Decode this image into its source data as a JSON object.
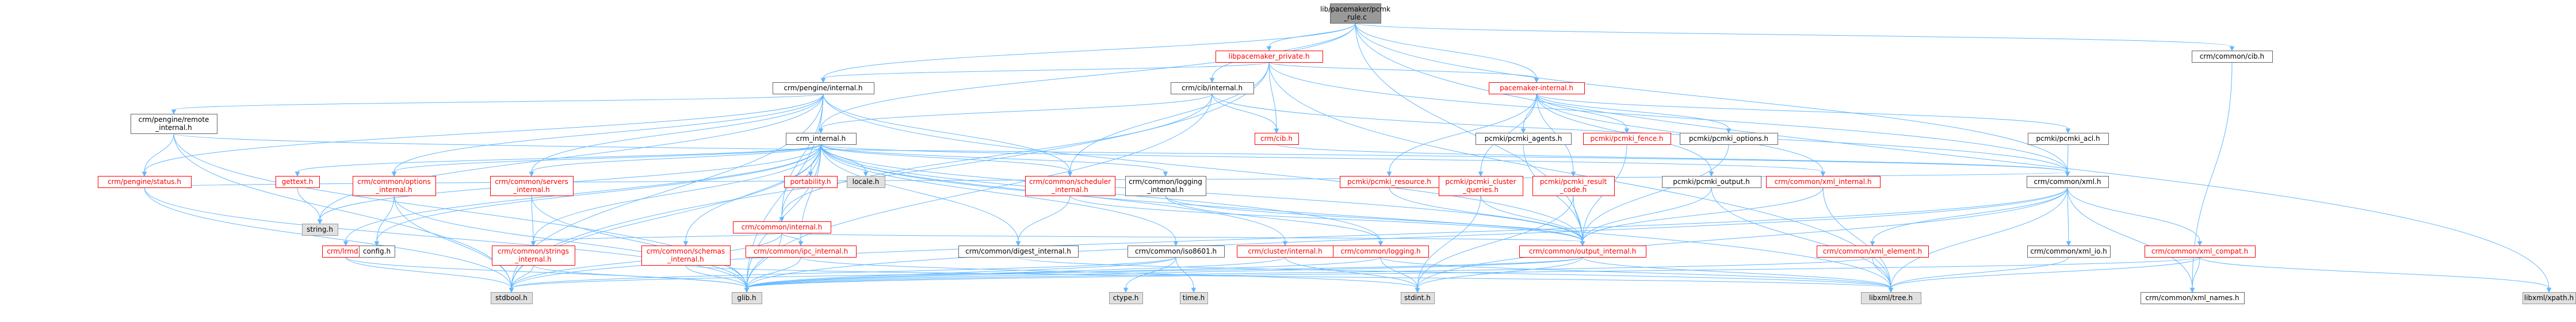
{
  "diagram": {
    "type": "include-dependency-graph",
    "colors": {
      "edge": "#63b8ff",
      "normal_border": "#666666",
      "truncated_border": "#ff0000",
      "external_fill": "#e0e0e0",
      "root_fill": "#999999"
    },
    "nodes": [
      {
        "id": "rule",
        "lines": [
          "lib/pacemaker/pcmk",
          "_rule.c"
        ],
        "kind": "root"
      },
      {
        "id": "lpp",
        "lines": [
          "libpacemaker_private.h"
        ],
        "kind": "red"
      },
      {
        "id": "cib_h",
        "lines": [
          "crm/common/cib.h"
        ],
        "kind": "black"
      },
      {
        "id": "pe_internal",
        "lines": [
          "crm/pengine/internal.h"
        ],
        "kind": "black"
      },
      {
        "id": "cib_internal",
        "lines": [
          "crm/cib/internal.h"
        ],
        "kind": "black"
      },
      {
        "id": "pm_internal",
        "lines": [
          "pacemaker-internal.h"
        ],
        "kind": "red"
      },
      {
        "id": "remote_internal",
        "lines": [
          "crm/pengine/remote",
          "_internal.h"
        ],
        "kind": "black"
      },
      {
        "id": "crm_internal",
        "lines": [
          "crm_internal.h"
        ],
        "kind": "black"
      },
      {
        "id": "crm_cib",
        "lines": [
          "crm/cib.h"
        ],
        "kind": "red"
      },
      {
        "id": "pcmki_agents",
        "lines": [
          "pcmki/pcmki_agents.h"
        ],
        "kind": "black"
      },
      {
        "id": "pcmki_fence",
        "lines": [
          "pcmki/pcmki_fence.h"
        ],
        "kind": "red"
      },
      {
        "id": "pcmki_options",
        "lines": [
          "pcmki/pcmki_options.h"
        ],
        "kind": "black"
      },
      {
        "id": "pcmki_acl",
        "lines": [
          "pcmki/pcmki_acl.h"
        ],
        "kind": "black"
      },
      {
        "id": "pe_status",
        "lines": [
          "crm/pengine/status.h"
        ],
        "kind": "red"
      },
      {
        "id": "gettext",
        "lines": [
          "gettext.h"
        ],
        "kind": "red"
      },
      {
        "id": "options_internal",
        "lines": [
          "crm/common/options",
          "_internal.h"
        ],
        "kind": "red"
      },
      {
        "id": "servers_internal",
        "lines": [
          "crm/common/servers",
          "_internal.h"
        ],
        "kind": "red"
      },
      {
        "id": "portability",
        "lines": [
          "portability.h"
        ],
        "kind": "red"
      },
      {
        "id": "locale",
        "lines": [
          "locale.h"
        ],
        "kind": "grey"
      },
      {
        "id": "scheduler_internal",
        "lines": [
          "crm/common/scheduler",
          "_internal.h"
        ],
        "kind": "red"
      },
      {
        "id": "logging_internal",
        "lines": [
          "crm/common/logging",
          "_internal.h"
        ],
        "kind": "black"
      },
      {
        "id": "pcmki_resource",
        "lines": [
          "pcmki/pcmki_resource.h"
        ],
        "kind": "red"
      },
      {
        "id": "pcmki_cluster",
        "lines": [
          "pcmki/pcmki_cluster",
          "_queries.h"
        ],
        "kind": "red"
      },
      {
        "id": "pcmki_result",
        "lines": [
          "pcmki/pcmki_result",
          "_code.h"
        ],
        "kind": "red"
      },
      {
        "id": "pcmki_output",
        "lines": [
          "pcmki/pcmki_output.h"
        ],
        "kind": "black"
      },
      {
        "id": "xml_internal",
        "lines": [
          "crm/common/xml_internal.h"
        ],
        "kind": "red"
      },
      {
        "id": "xml_h",
        "lines": [
          "crm/common/xml.h"
        ],
        "kind": "black"
      },
      {
        "id": "common_internal",
        "lines": [
          "crm/common/internal.h"
        ],
        "kind": "red"
      },
      {
        "id": "string_h",
        "lines": [
          "string.h"
        ],
        "kind": "grey"
      },
      {
        "id": "crm_lrmd",
        "lines": [
          "crm/lrmd.h"
        ],
        "kind": "red"
      },
      {
        "id": "config",
        "lines": [
          "config.h"
        ],
        "kind": "black"
      },
      {
        "id": "strings_internal",
        "lines": [
          "crm/common/strings",
          "_internal.h"
        ],
        "kind": "red"
      },
      {
        "id": "schemas_internal",
        "lines": [
          "crm/common/schemas",
          "_internal.h"
        ],
        "kind": "red"
      },
      {
        "id": "ipc_internal",
        "lines": [
          "crm/common/ipc_internal.h"
        ],
        "kind": "red"
      },
      {
        "id": "digest_internal",
        "lines": [
          "crm/common/digest_internal.h"
        ],
        "kind": "black"
      },
      {
        "id": "iso8601",
        "lines": [
          "crm/common/iso8601.h"
        ],
        "kind": "black"
      },
      {
        "id": "cluster_internal",
        "lines": [
          "crm/cluster/internal.h"
        ],
        "kind": "red"
      },
      {
        "id": "common_logging",
        "lines": [
          "crm/common/logging.h"
        ],
        "kind": "red"
      },
      {
        "id": "output_internal",
        "lines": [
          "crm/common/output_internal.h"
        ],
        "kind": "red"
      },
      {
        "id": "xml_element",
        "lines": [
          "crm/common/xml_element.h"
        ],
        "kind": "red"
      },
      {
        "id": "xml_io",
        "lines": [
          "crm/common/xml_io.h"
        ],
        "kind": "black"
      },
      {
        "id": "xml_compat",
        "lines": [
          "crm/common/xml_compat.h"
        ],
        "kind": "red"
      },
      {
        "id": "stdbool",
        "lines": [
          "stdbool.h"
        ],
        "kind": "grey"
      },
      {
        "id": "glib",
        "lines": [
          "glib.h"
        ],
        "kind": "grey"
      },
      {
        "id": "ctype",
        "lines": [
          "ctype.h"
        ],
        "kind": "grey"
      },
      {
        "id": "time",
        "lines": [
          "time.h"
        ],
        "kind": "grey"
      },
      {
        "id": "stdint",
        "lines": [
          "stdint.h"
        ],
        "kind": "grey"
      },
      {
        "id": "libxml_tree",
        "lines": [
          "libxml/tree.h"
        ],
        "kind": "grey"
      },
      {
        "id": "xml_names",
        "lines": [
          "crm/common/xml_names.h"
        ],
        "kind": "black"
      },
      {
        "id": "libxml_xpath",
        "lines": [
          "libxml/xpath.h"
        ],
        "kind": "grey"
      }
    ],
    "edges": [
      [
        "rule",
        "lpp"
      ],
      [
        "rule",
        "cib_h"
      ],
      [
        "rule",
        "pe_internal"
      ],
      [
        "rule",
        "cib_internal"
      ],
      [
        "rule",
        "pm_internal"
      ],
      [
        "rule",
        "crm_internal"
      ],
      [
        "rule",
        "xml_h"
      ],
      [
        "rule",
        "libxml_xpath"
      ],
      [
        "rule",
        "output_internal"
      ],
      [
        "lpp",
        "pe_internal"
      ],
      [
        "lpp",
        "crm_cib"
      ],
      [
        "lpp",
        "pm_internal"
      ],
      [
        "lpp",
        "stdbool"
      ],
      [
        "lpp",
        "libxml_tree"
      ],
      [
        "lpp",
        "xml_h"
      ],
      [
        "lpp",
        "scheduler_internal"
      ],
      [
        "cib_h",
        "xml_names"
      ],
      [
        "pe_internal",
        "remote_internal"
      ],
      [
        "pe_internal",
        "pe_status"
      ],
      [
        "pe_internal",
        "options_internal"
      ],
      [
        "pe_internal",
        "servers_internal"
      ],
      [
        "pe_internal",
        "scheduler_internal"
      ],
      [
        "pe_internal",
        "common_internal"
      ],
      [
        "pe_internal",
        "output_internal"
      ],
      [
        "pe_internal",
        "stdbool"
      ],
      [
        "pe_internal",
        "glib"
      ],
      [
        "pe_internal",
        "string_h"
      ],
      [
        "cib_internal",
        "crm_cib"
      ],
      [
        "cib_internal",
        "crm_internal"
      ],
      [
        "cib_internal",
        "common_internal"
      ],
      [
        "cib_internal",
        "xml_h"
      ],
      [
        "cib_internal",
        "glib"
      ],
      [
        "pm_internal",
        "pcmki_agents"
      ],
      [
        "pm_internal",
        "pcmki_fence"
      ],
      [
        "pm_internal",
        "pcmki_options"
      ],
      [
        "pm_internal",
        "pcmki_acl"
      ],
      [
        "pm_internal",
        "pcmki_resource"
      ],
      [
        "pm_internal",
        "pcmki_cluster"
      ],
      [
        "pm_internal",
        "pcmki_result"
      ],
      [
        "pm_internal",
        "pcmki_output"
      ],
      [
        "pm_internal",
        "xml_internal"
      ],
      [
        "remote_internal",
        "pe_status"
      ],
      [
        "remote_internal",
        "glib"
      ],
      [
        "remote_internal",
        "stdbool"
      ],
      [
        "remote_internal",
        "xml_h"
      ],
      [
        "crm_internal",
        "gettext"
      ],
      [
        "crm_internal",
        "options_internal"
      ],
      [
        "crm_internal",
        "servers_internal"
      ],
      [
        "crm_internal",
        "portability"
      ],
      [
        "crm_internal",
        "locale"
      ],
      [
        "crm_internal",
        "scheduler_internal"
      ],
      [
        "crm_internal",
        "logging_internal"
      ],
      [
        "crm_internal",
        "common_internal"
      ],
      [
        "crm_internal",
        "config"
      ],
      [
        "crm_internal",
        "crm_lrmd"
      ],
      [
        "crm_internal",
        "strings_internal"
      ],
      [
        "crm_internal",
        "schemas_internal"
      ],
      [
        "crm_internal",
        "ipc_internal"
      ],
      [
        "crm_internal",
        "digest_internal"
      ],
      [
        "crm_internal",
        "iso8601"
      ],
      [
        "crm_internal",
        "cluster_internal"
      ],
      [
        "crm_internal",
        "common_logging"
      ],
      [
        "crm_internal",
        "output_internal"
      ],
      [
        "crm_internal",
        "glib"
      ],
      [
        "crm_internal",
        "stdbool"
      ],
      [
        "crm_internal",
        "string_h"
      ],
      [
        "crm_internal",
        "xml_internal"
      ],
      [
        "crm_internal",
        "libxml_tree"
      ],
      [
        "crm_cib",
        "xml_h"
      ],
      [
        "pcmki_agents",
        "output_internal"
      ],
      [
        "pcmki_fence",
        "output_internal"
      ],
      [
        "pcmki_options",
        "output_internal"
      ],
      [
        "pcmki_acl",
        "xml_h"
      ],
      [
        "pcmki_resource",
        "output_internal"
      ],
      [
        "pcmki_cluster",
        "output_internal"
      ],
      [
        "pcmki_cluster",
        "stdint"
      ],
      [
        "pcmki_result",
        "output_internal"
      ],
      [
        "pcmki_result",
        "stdint"
      ],
      [
        "pcmki_output",
        "output_internal"
      ],
      [
        "pcmki_output",
        "libxml_tree"
      ],
      [
        "xml_internal",
        "output_internal"
      ],
      [
        "xml_internal",
        "libxml_tree"
      ],
      [
        "pe_status",
        "glib"
      ],
      [
        "pe_status",
        "stdbool"
      ],
      [
        "pe_status",
        "xml_h"
      ],
      [
        "gettext",
        "string_h"
      ],
      [
        "options_internal",
        "glib"
      ],
      [
        "options_internal",
        "stdbool"
      ],
      [
        "options_internal",
        "config"
      ],
      [
        "servers_internal",
        "strings_internal"
      ],
      [
        "servers_internal",
        "glib"
      ],
      [
        "scheduler_internal",
        "output_internal"
      ],
      [
        "scheduler_internal",
        "digest_internal"
      ],
      [
        "logging_internal",
        "common_logging"
      ],
      [
        "logging_internal",
        "output_internal"
      ],
      [
        "xml_h",
        "xml_element"
      ],
      [
        "xml_h",
        "xml_io"
      ],
      [
        "xml_h",
        "xml_compat"
      ],
      [
        "xml_h",
        "xml_names"
      ],
      [
        "xml_h",
        "libxml_tree"
      ],
      [
        "xml_h",
        "glib"
      ],
      [
        "xml_h",
        "stdbool"
      ],
      [
        "xml_h",
        "stdint"
      ],
      [
        "common_internal",
        "strings_internal"
      ],
      [
        "common_internal",
        "ipc_internal"
      ],
      [
        "common_internal",
        "output_internal"
      ],
      [
        "common_internal",
        "glib"
      ],
      [
        "common_internal",
        "stdbool"
      ],
      [
        "crm_lrmd",
        "glib"
      ],
      [
        "crm_lrmd",
        "stdbool"
      ],
      [
        "strings_internal",
        "glib"
      ],
      [
        "strings_internal",
        "stdbool"
      ],
      [
        "schemas_internal",
        "glib"
      ],
      [
        "schemas_internal",
        "libxml_tree"
      ],
      [
        "ipc_internal",
        "glib"
      ],
      [
        "ipc_internal",
        "stdint"
      ],
      [
        "digest_internal",
        "libxml_tree"
      ],
      [
        "iso8601",
        "ctype"
      ],
      [
        "iso8601",
        "time"
      ],
      [
        "iso8601",
        "glib"
      ],
      [
        "iso8601",
        "stdbool"
      ],
      [
        "cluster_internal",
        "glib"
      ],
      [
        "cluster_internal",
        "stdint"
      ],
      [
        "common_logging",
        "glib"
      ],
      [
        "common_logging",
        "stdint"
      ],
      [
        "common_logging",
        "libxml_tree"
      ],
      [
        "output_internal",
        "glib"
      ],
      [
        "output_internal",
        "stdint"
      ],
      [
        "output_internal",
        "libxml_tree"
      ],
      [
        "output_internal",
        "stdbool"
      ],
      [
        "xml_element",
        "libxml_tree"
      ],
      [
        "xml_element",
        "glib"
      ],
      [
        "xml_io",
        "libxml_tree"
      ],
      [
        "xml_compat",
        "libxml_tree"
      ],
      [
        "xml_compat",
        "xml_names"
      ],
      [
        "xml_compat",
        "libxml_xpath"
      ],
      [
        "xml_compat",
        "glib"
      ]
    ]
  }
}
